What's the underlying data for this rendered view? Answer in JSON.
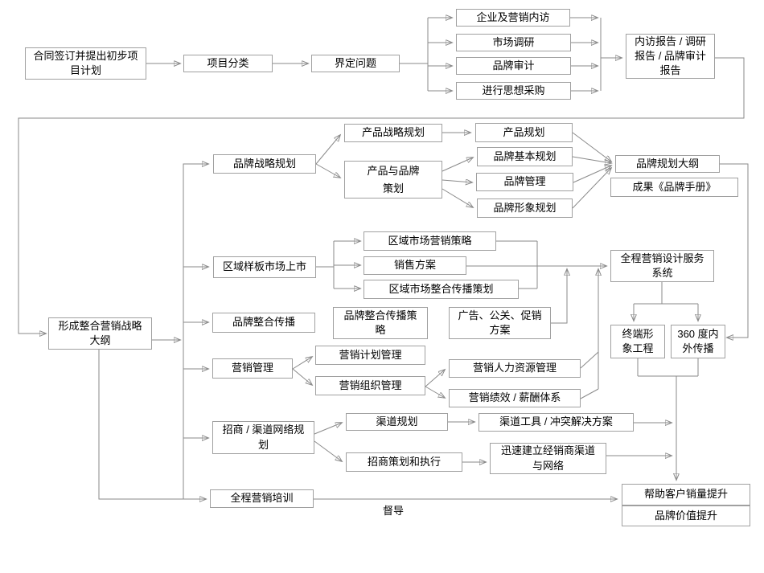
{
  "colors": {
    "box_border": "#a0a0a0",
    "line": "#8a8a8a",
    "text": "#000000",
    "background": "#ffffff"
  },
  "diagram": {
    "supervision_label": "督导",
    "nodes": {
      "contract": {
        "label": "合同签订并提出初步项\n目计划"
      },
      "classify": {
        "label": "项目分类"
      },
      "define_problem": {
        "label": "界定问题"
      },
      "internal_visit": {
        "label": "企业及营销内访"
      },
      "market_research": {
        "label": "市场调研"
      },
      "brand_audit": {
        "label": "品牌审计"
      },
      "thought_procurement": {
        "label": "进行思想采购"
      },
      "reports": {
        "label": "内访报告 / 调研\n报告 / 品牌审计\n报告"
      },
      "strategy_outline": {
        "label": "形成整合营销战略\n大纲"
      },
      "brand_strategy": {
        "label": "品牌战略规划"
      },
      "product_strategy": {
        "label": "产品战略规划"
      },
      "product_brand_planning": {
        "label": "产品与品牌\n策划"
      },
      "product_plan": {
        "label": "产品规划"
      },
      "brand_basic_plan": {
        "label": "品牌基本规划"
      },
      "brand_management": {
        "label": "品牌管理"
      },
      "brand_image_plan": {
        "label": "品牌形象规划"
      },
      "brand_plan_outline": {
        "label": "品牌规划大纲"
      },
      "brand_manual": {
        "label": "成果《品牌手册》"
      },
      "region_launch": {
        "label": "区域样板市场上市"
      },
      "region_marketing_strategy": {
        "label": "区域市场营销策略"
      },
      "sales_plan": {
        "label": "销售方案"
      },
      "region_comms_plan": {
        "label": "区域市场整合传播策划"
      },
      "brand_icomm": {
        "label": "品牌整合传播"
      },
      "brand_icomm_strategy": {
        "label": "品牌整合传播策\n略"
      },
      "ad_pr_promo": {
        "label": "广告、公关、促销\n方案"
      },
      "marketing_mgmt": {
        "label": "营销管理"
      },
      "marketing_plan_mgmt": {
        "label": "营销计划管理"
      },
      "marketing_org_mgmt": {
        "label": "营销组织管理"
      },
      "hr_mgmt": {
        "label": "营销人力资源管理"
      },
      "perf_comp": {
        "label": "营销绩效 / 薪酬体系"
      },
      "channel_network": {
        "label": "招商 / 渠道网络规\n划"
      },
      "channel_plan": {
        "label": "渠道规划"
      },
      "channel_tools": {
        "label": "渠道工具 / 冲突解决方案"
      },
      "invest_exec": {
        "label": "招商策划和执行"
      },
      "dealer_network": {
        "label": "迅速建立经销商渠道\n与网络"
      },
      "service_system": {
        "label": "全程营销设计服务\n系统"
      },
      "terminal_image": {
        "label": "终端形\n象工程"
      },
      "deg360_comm": {
        "label": "360 度内\n外传播"
      },
      "sales_boost": {
        "label": "帮助客户销量提升"
      },
      "brand_value": {
        "label": "品牌价值提升"
      }
    }
  }
}
